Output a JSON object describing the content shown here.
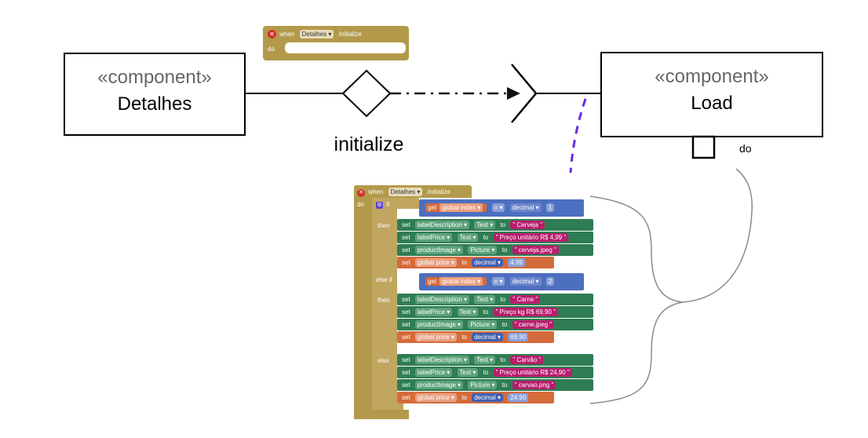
{
  "colors": {
    "event_block": "#b39a4a",
    "control_block": "#c1a660",
    "set_block": "#2f7d52",
    "var_set_block": "#d56a3a",
    "compare_block": "#4d6fc0",
    "number_block": "#3f5fb0",
    "text_block": "#b81d6e",
    "dropdown_chip": "#ffffff",
    "dash_arrow": "#111111",
    "purple_dash": "#6a2be0",
    "brace": "#8a8a8a"
  },
  "components": [
    {
      "stereotype": "«component»",
      "name": "Detalhes"
    },
    {
      "stereotype": "«component»",
      "name": "Load"
    }
  ],
  "connector_label": "initialize",
  "port_label": "do",
  "small_event_block": {
    "when": "when",
    "component": "Detalhes",
    "event": ".Initialize",
    "do": "do"
  },
  "big_block": {
    "when": "when",
    "component": "Detalhes",
    "event": ".Initialize",
    "do": "do",
    "if": "if",
    "then": "then",
    "else_if": "else if",
    "else": "else",
    "get": "get",
    "set": "set",
    "to": "to",
    "global_index": "global index",
    "equals": "=",
    "decimal": "decimal",
    "text_prop": "Text",
    "picture_prop": "Picture",
    "global_price": "global price",
    "label_description": "labelDescription",
    "label_price": "labelPrice",
    "product_image": "productImage",
    "cond1_value": "1",
    "cond2_value": "2",
    "branch1": {
      "description": "Cerveja",
      "price_text": "Preço unitário R$ 4,99",
      "image": "cerveja.jpeg",
      "price": "4.99"
    },
    "branch2": {
      "description": "Carne",
      "price_text": "Preço kg R$ 69,90",
      "image": "carne.jpeg",
      "price": "69.90"
    },
    "branch3": {
      "description": "Carvão",
      "price_text": "Preço unitário R$ 24,90",
      "image": "carvao.png",
      "price": "24.90"
    }
  }
}
